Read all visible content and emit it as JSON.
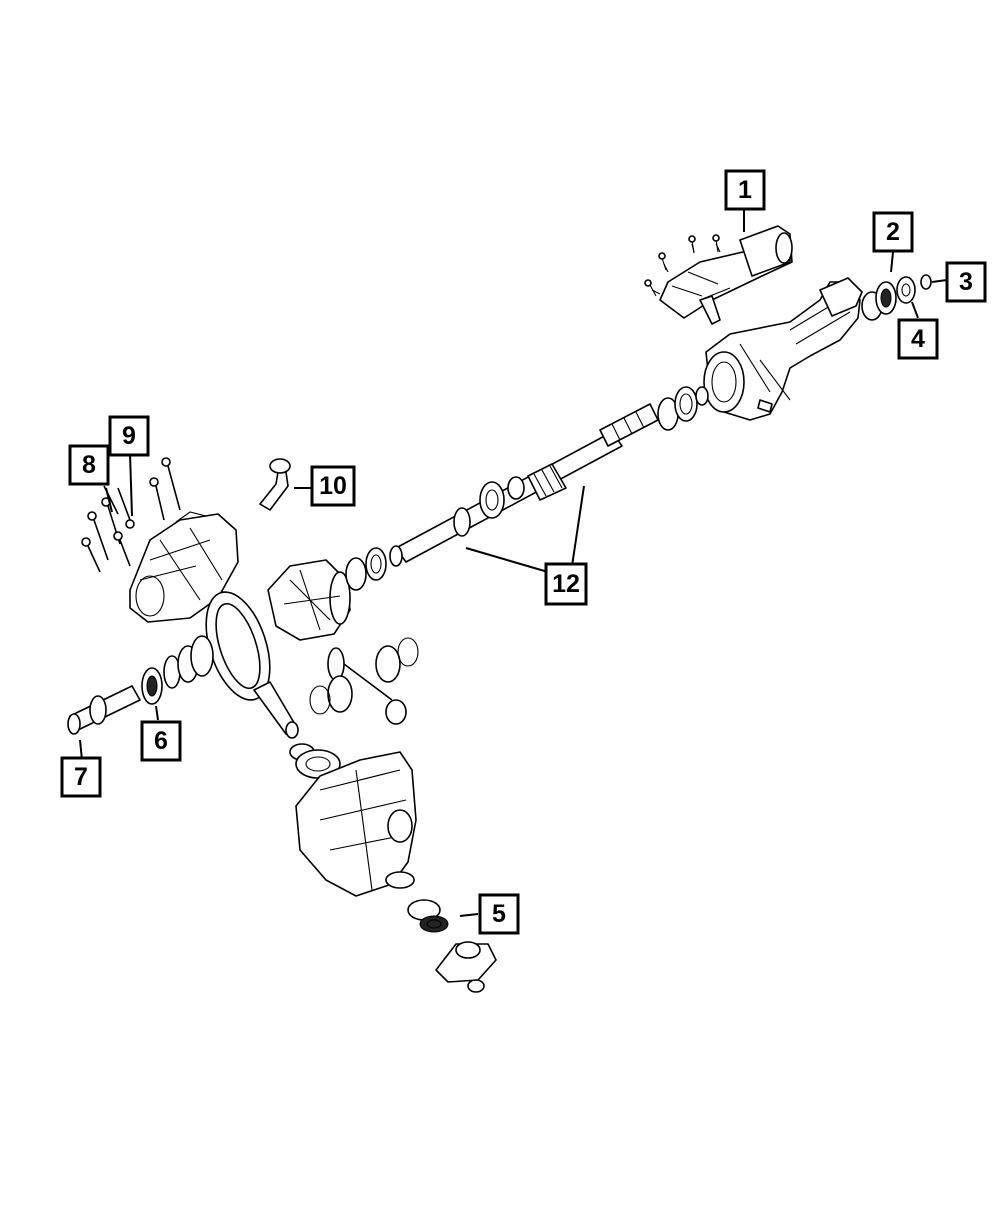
{
  "callouts": [
    {
      "id": "c1",
      "label": "1"
    },
    {
      "id": "c2",
      "label": "2"
    },
    {
      "id": "c3",
      "label": "3"
    },
    {
      "id": "c4",
      "label": "4"
    },
    {
      "id": "c5",
      "label": "5"
    },
    {
      "id": "c6",
      "label": "6"
    },
    {
      "id": "c7",
      "label": "7"
    },
    {
      "id": "c8",
      "label": "8"
    },
    {
      "id": "c9",
      "label": "9"
    },
    {
      "id": "c10",
      "label": "10"
    },
    {
      "id": "c12",
      "label": "12"
    }
  ],
  "colors": {
    "ink": "#000000",
    "paper": "#ffffff"
  }
}
